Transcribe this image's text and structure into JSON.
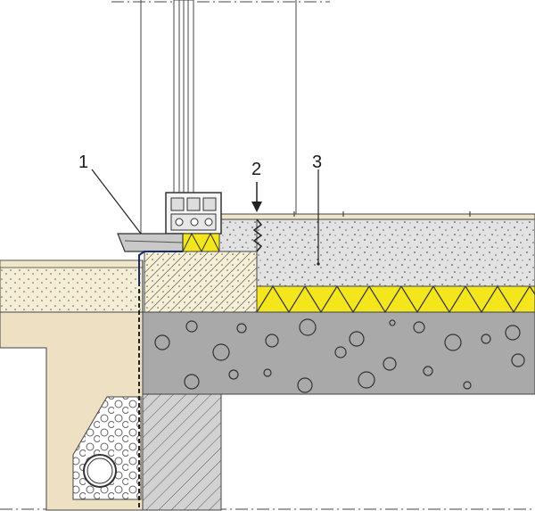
{
  "callouts": [
    {
      "id": "1",
      "label": "1"
    },
    {
      "id": "2",
      "label": "2"
    },
    {
      "id": "3",
      "label": "3"
    }
  ],
  "colors": {
    "yellow_insulation": "#f4e61c",
    "screed_grey": "#e2e2e2",
    "concrete_grey": "#a9a9a9",
    "beige_wall": "#ede0c3",
    "sand_fill": "#f4eed7",
    "hatch_grey": "#d2d2d2",
    "line": "#3a3a3a"
  }
}
